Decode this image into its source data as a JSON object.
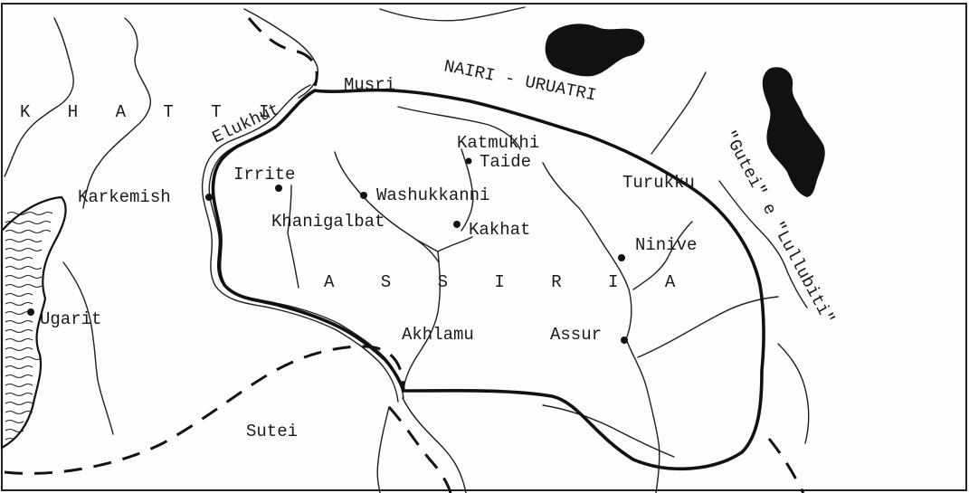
{
  "map": {
    "regions": {
      "khatti": "K H A T T I",
      "nairi": "NAIRI - URUATRI",
      "assiria": "A S S I R I A",
      "sutei": "Sutei",
      "gutei": "\"Gutei\" e \"Lullubiti\"",
      "elukhut": "Elukhut",
      "musri": "Musri"
    },
    "cities": {
      "karkemish": "Karkemish",
      "irrite": "Irrite",
      "washukkanni": "Washukkanni",
      "katmukhi": "Katmukhi",
      "taide": "Taide",
      "turukku": "Turukku",
      "khanigalbat": "Khanigalbat",
      "kakhat": "Kakhat",
      "ninive": "Ninive",
      "ugarit": "Ugarit",
      "akhlamu": "Akhlamu",
      "assur": "Assur"
    },
    "colors": {
      "ink": "#111111",
      "paper": "#fdfdfb"
    }
  }
}
